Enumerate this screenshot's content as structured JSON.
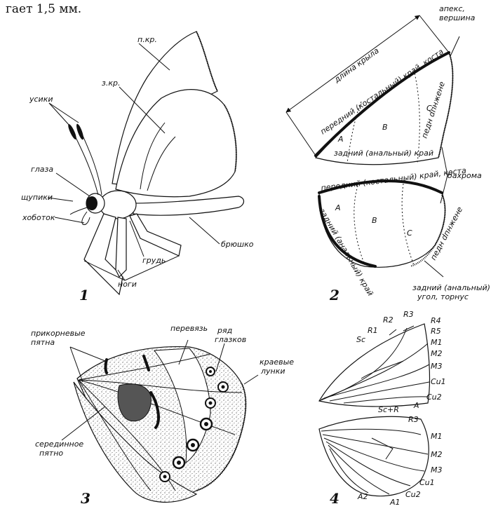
{
  "header_text": "гает 1,5 мм.",
  "figure1": {
    "number": "1",
    "labels": {
      "forewing": "п.кр.",
      "hindwing": "з.кр.",
      "antennae": "усики",
      "eyes": "глаза",
      "palps": "щупики",
      "proboscis": "хоботок",
      "abdomen": "брюшко",
      "thorax": "грудь",
      "legs": "ноги"
    }
  },
  "figure2": {
    "number": "2",
    "labels": {
      "wing_length": "длина крыла",
      "apex": "апекс,",
      "apex2": "вершина",
      "costal_edge_fore": "передний (костальный) край, коста",
      "outer_edge_fore": "педн dпнжене",
      "anal_edge_fore": "задний (анальный) край",
      "fringe": "бахрома",
      "costal_edge_hind": "передний (костальный) край, коста",
      "outer_edge_hind": "педн dпнжене",
      "anal_edge_hind": "задний (анальный) край",
      "tornus": "задний (анальный)",
      "tornus2": "угол, торнус",
      "zone_a": "A",
      "zone_b": "B",
      "zone_c": "C"
    }
  },
  "figure3": {
    "number": "3",
    "labels": {
      "basal_spots_1": "прикорневые",
      "basal_spots_2": "пятна",
      "band": "перевязь",
      "eye_row_1": "ряд",
      "eye_row_2": "глазков",
      "marginal_1": "краевые",
      "marginal_2": "лунки",
      "discal_1": "серединное",
      "discal_2": "пятно"
    }
  },
  "figure4": {
    "number": "4",
    "labels": {
      "R1": "R1",
      "R2": "R2",
      "R3": "R3",
      "R4": "R4",
      "R5": "R5",
      "Sc": "Sc",
      "M1": "M1",
      "M2": "M2",
      "M3": "M3",
      "Cu1": "Cu1",
      "Cu2": "Cu2",
      "A": "A",
      "ScR": "Sc+R",
      "hR3": "R3",
      "hM1": "M1",
      "hM2": "M2",
      "hM3": "M3",
      "hCu1": "Cu1",
      "hCu2": "Cu2",
      "hA1": "A1",
      "hA2": "A2"
    }
  }
}
